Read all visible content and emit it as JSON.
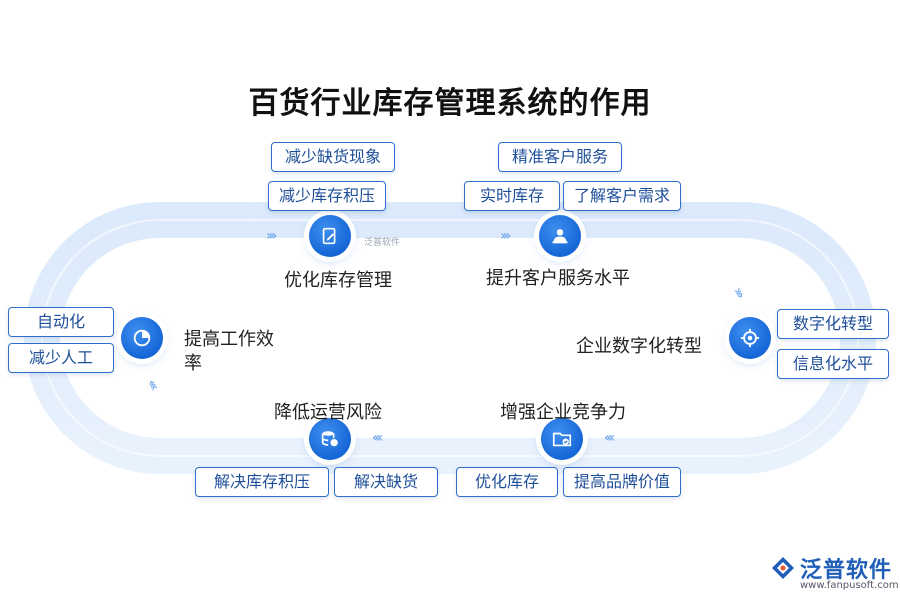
{
  "title": "百货行业库存管理系统的作用",
  "nodes": {
    "optimize": "优化库存管理",
    "service": "提升客户服务水平",
    "digital": "企业数字化转型",
    "compete": "增强企业竞争力",
    "risk": "降低运营风险",
    "efficiency": "提高工作效率"
  },
  "tags": {
    "reduce_shortage": "减少缺货现象",
    "reduce_overstock": "减少库存积压",
    "precise_service": "精准客户服务",
    "realtime_stock": "实时库存",
    "know_demand": "了解客户需求",
    "digital_transform": "数字化转型",
    "info_level": "信息化水平",
    "optimize_stock": "优化库存",
    "brand_value": "提高品牌价值",
    "solve_overstock": "解决库存积压",
    "solve_shortage": "解决缺货",
    "automation": "自动化",
    "reduce_labor": "减少人工"
  },
  "watermark": "泛普软件",
  "logo": {
    "name": "泛普软件",
    "url": "www.fanpusoft.com"
  },
  "colors": {
    "accent": "#1566d6",
    "track": "#dbe9fb",
    "tag_border": "#2f6fc9"
  },
  "icons": {
    "optimize": "edit-document-icon",
    "service": "customer-service-icon",
    "digital": "target-icon",
    "compete": "shield-folder-icon",
    "risk": "database-shield-icon",
    "efficiency": "pie-chart-icon"
  }
}
